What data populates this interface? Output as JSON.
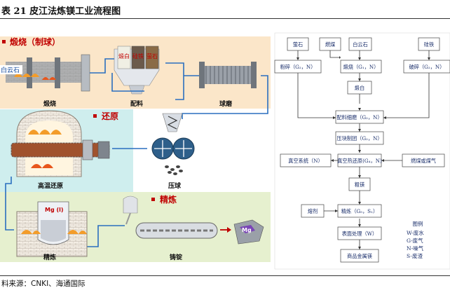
{
  "title": "表 21 皮江法炼镁工业流程图",
  "source": "料来源：CNKI、海通国际",
  "left": {
    "section_calcine": "煅烧（制球）",
    "section_reduce": "还原",
    "section_refine": "精炼",
    "raw_label": "白云石",
    "silo_labels": [
      "煅白",
      "硅铁",
      "萤石"
    ],
    "labels": {
      "calcine": "煅烧",
      "batch": "配料",
      "ballmill": "球磨",
      "hightemp": "高温还原",
      "press": "压球",
      "refine": "精炼",
      "cast": "铸锭"
    },
    "crucible": "Mg (l)",
    "ingot": "Mg"
  },
  "right": {
    "nodes": {
      "fluorite": "萤石",
      "coal": "燃煤",
      "dolomite": "白云石",
      "ferrosilicon": "硅铁",
      "crush1": "粉碎（G₂，N）",
      "calcine": "煅烧（G₁，N）",
      "crush2": "破碎（G₂，N）",
      "calcined": "煅白",
      "mixmill": "配料细磨（G₂，N）",
      "press": "压块制团（G₂，N）",
      "vacpump": "真空系统（N）",
      "vacreduce": "真空热还原(G₄，N)",
      "gas": "燃煤或煤气",
      "crudemg": "粗镁",
      "flux": "熔剂",
      "refine": "精炼（G₅，S₁）",
      "surface": "表面处理（W）",
      "product": "商品金属镁"
    },
    "legend": {
      "title": "图例",
      "items": [
        "W-废水",
        "G-废气",
        "N-噪气",
        "S-废渣"
      ]
    }
  }
}
